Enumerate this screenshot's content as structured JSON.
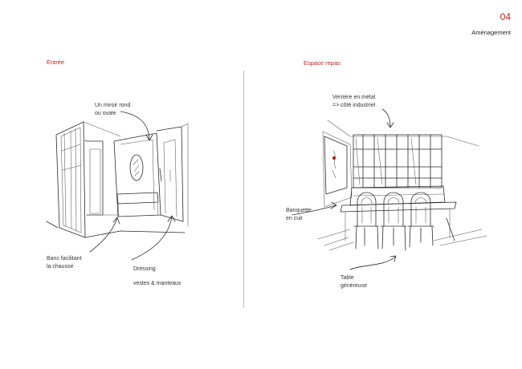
{
  "page": {
    "number": "04",
    "title": "Aménagement"
  },
  "sections": {
    "entree": {
      "title": "Entrée",
      "notes": {
        "miroir": [
          "Un miroir rond",
          "ou ovale"
        ],
        "banc": [
          "Banc  facilitant",
          "la chausse"
        ],
        "dressing": [
          "Dressing",
          "vestes & manteaux"
        ]
      }
    },
    "repas": {
      "title": "Espace repas",
      "notes": {
        "verriere": [
          "Verrière  en  métal",
          "=> côté industriel"
        ],
        "banquette": [
          "Banquette",
          "en cuir"
        ],
        "table": [
          "Table",
          "généreuse"
        ]
      }
    }
  },
  "colors": {
    "accent": "#b3261e",
    "ink": "#2a2a2a",
    "divider": "#bdbdbd"
  }
}
